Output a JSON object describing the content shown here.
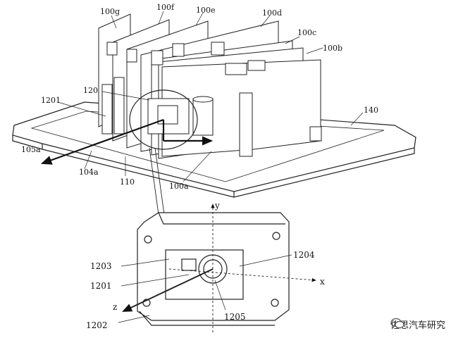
{
  "diagram": {
    "labels": {
      "l100g": "100g",
      "l100f": "100f",
      "l100e": "100e",
      "l100d": "100d",
      "l100c": "100c",
      "l100b": "100b",
      "l100a": "100a",
      "l120": "120",
      "l1201_top": "1201",
      "l105a": "105a",
      "l104a": "104a",
      "l110": "110",
      "l140": "140",
      "l1203": "1203",
      "l1204": "1204",
      "l1201": "1201",
      "l1202": "1202",
      "l1205": "1205",
      "axis_y": "y",
      "axis_x": "x",
      "axis_z": "z"
    }
  },
  "watermark": {
    "text": "佐思汽车研究",
    "icon": "wechat-icon"
  }
}
